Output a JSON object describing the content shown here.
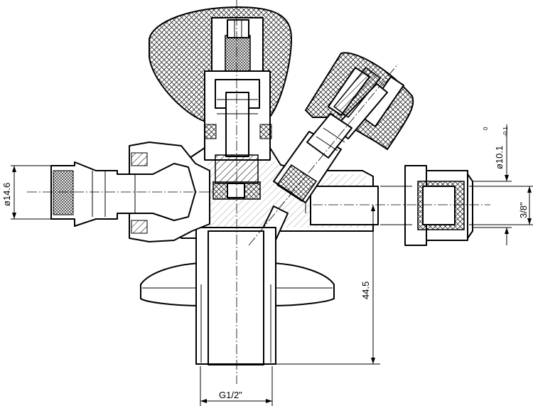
{
  "drawing": {
    "dimensions": {
      "hose_outer_diameter": "ø14.6",
      "pipe_diameter_main": "ø10.1",
      "pipe_diameter_tol_upper": "0",
      "pipe_diameter_tol_lower": "-0.1",
      "outlet_thread": "3/8\"",
      "height_to_centerline": "44.5",
      "inlet_thread": "G1/2\""
    }
  }
}
